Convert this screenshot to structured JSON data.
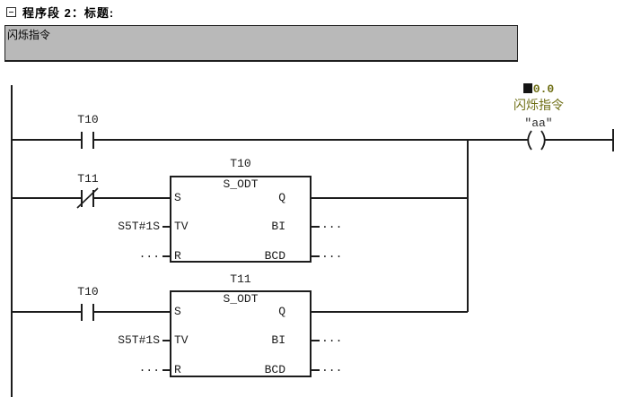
{
  "header": {
    "title": "程序段 2：标题:"
  },
  "comment": {
    "text": "闪烁指令"
  },
  "ladder": {
    "contacts": [
      {
        "label": "T10",
        "type": "normally-open"
      },
      {
        "label": "T11",
        "type": "normally-closed"
      },
      {
        "label": "T10",
        "type": "normally-open"
      }
    ],
    "timers": [
      {
        "name": "T10",
        "block_type": "S_ODT",
        "inputs": {
          "s": "S",
          "tv": "TV",
          "r": "R"
        },
        "outputs": {
          "q": "Q",
          "bi": "BI",
          "bcd": "BCD"
        },
        "values": {
          "tv": "S5T#1S",
          "r": "...",
          "bi": "...",
          "bcd": "..."
        }
      },
      {
        "name": "T11",
        "block_type": "S_ODT",
        "inputs": {
          "s": "S",
          "tv": "TV",
          "r": "R"
        },
        "outputs": {
          "q": "Q",
          "bi": "BI",
          "bcd": "BCD"
        },
        "values": {
          "tv": "S5T#1S",
          "r": "...",
          "bi": "...",
          "bcd": "..."
        }
      }
    ],
    "coil": {
      "address": "0.0",
      "comment": "闪烁指令",
      "symbol": "\"aa\""
    }
  },
  "colors": {
    "symbol_green": "#6E6E14",
    "line": "#1C1C1C",
    "comment_bg": "#B9B9B9"
  }
}
